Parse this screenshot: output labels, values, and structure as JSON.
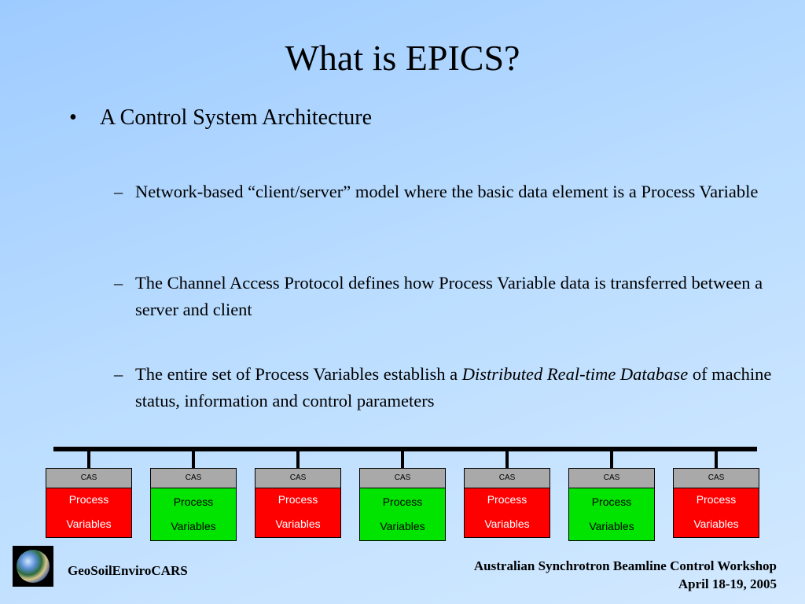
{
  "slide": {
    "title": "What is EPICS?",
    "bullet_mark": "•",
    "bullet": "A Control System Architecture",
    "dash_mark": "–",
    "subpoints": [
      {
        "text": "Network-based “client/server” model where the basic data element is a Process Variable"
      },
      {
        "text": "The Channel Access Protocol defines how Process Variable data is transferred between a server and client"
      },
      {
        "before": "The entire set of Process Variables establish a ",
        "italic": "Distributed Real-time Database",
        "after": " of machine status, information and control parameters"
      }
    ]
  },
  "diagram": {
    "cas_label": "CAS",
    "pv_line1": "Process",
    "pv_line2": "Variables",
    "colors": {
      "cas_box": "#a9a9a9",
      "red_pv": "#ff0000",
      "green_pv": "#00e400",
      "bus": "#000000"
    },
    "boxes": [
      {
        "color": "red"
      },
      {
        "color": "green"
      },
      {
        "color": "red"
      },
      {
        "color": "green"
      },
      {
        "color": "red"
      },
      {
        "color": "green"
      },
      {
        "color": "red"
      }
    ]
  },
  "footer": {
    "logo": "earth-globe-icon",
    "org": "GeoSoilEnviroCARS",
    "event": "Australian Synchrotron Beamline Control Workshop",
    "date": "April 18-19, 2005"
  }
}
